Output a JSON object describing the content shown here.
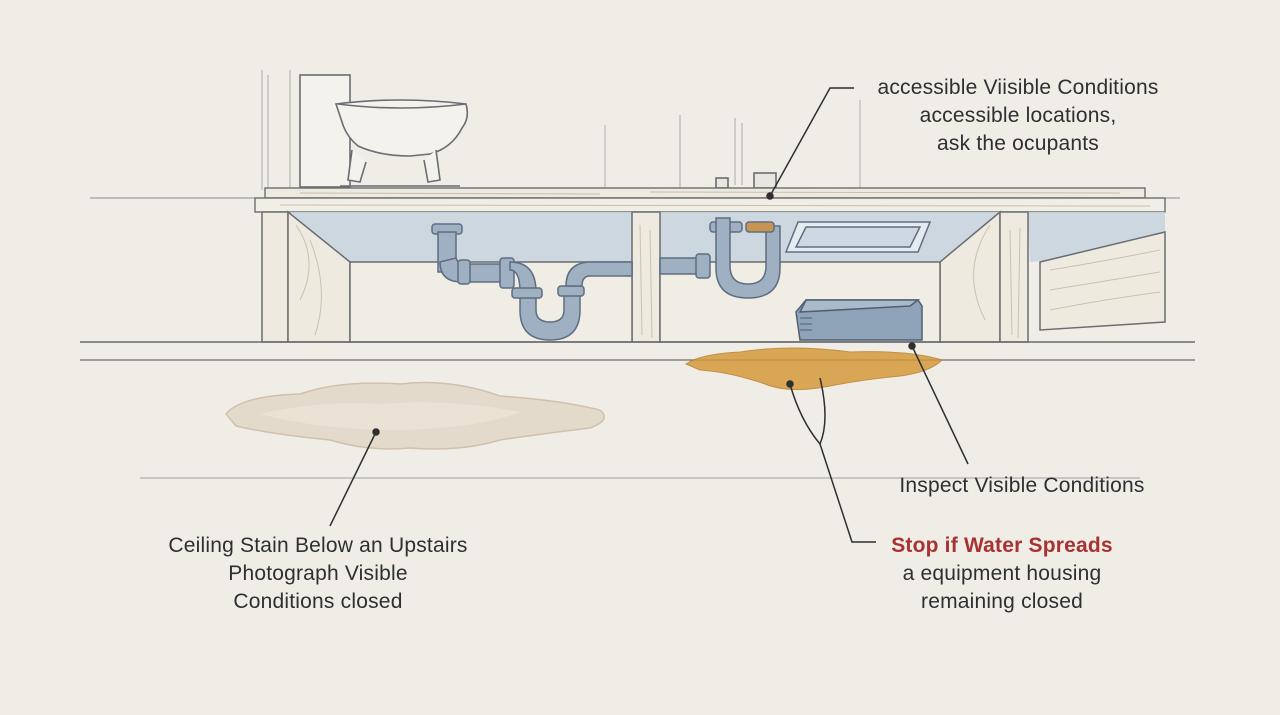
{
  "colors": {
    "background": "#efede6",
    "line": "#5c5f63",
    "wood": "#eeeae0",
    "pipe": "#9fb0c2",
    "cavity": "#c9d4df",
    "box": "#8fa3b8",
    "leak": "#d49a3b",
    "stain": "#e3dacb",
    "alert_text": "#a83232"
  },
  "callouts": {
    "top_right": {
      "line1": "accessible Viisible Conditions",
      "line2": "accessible locations,",
      "line3": "ask the ocupants"
    },
    "inspect": {
      "text": "Inspect Visible Conditions"
    },
    "ceiling_stain": {
      "line1": "Ceiling Stain Below an Upstairs",
      "line2": "Photograph Visible",
      "line3": "Conditions closed"
    },
    "stop_water": {
      "title": "Stop if Water Spreads",
      "line2": "a equipment housing",
      "line3": "remaining closed"
    }
  }
}
